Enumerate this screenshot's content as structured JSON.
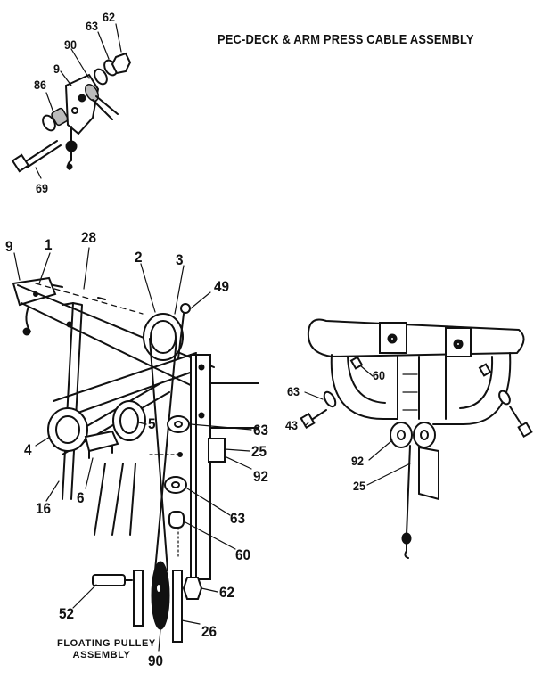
{
  "title": "PEC-DECK & ARM PRESS CABLE ASSEMBLY",
  "caption": {
    "line1": "FLOATING PULLEY",
    "line2": "ASSEMBLY"
  },
  "callouts": {
    "inset_top": [
      "62",
      "63",
      "90",
      "9",
      "86",
      "69"
    ],
    "main": [
      "9",
      "1",
      "28",
      "2",
      "3",
      "49",
      "4",
      "5",
      "16",
      "6",
      "63",
      "25",
      "92",
      "63",
      "60",
      "52",
      "62",
      "26",
      "90"
    ],
    "right": [
      "60",
      "63",
      "43",
      "92",
      "25"
    ]
  }
}
